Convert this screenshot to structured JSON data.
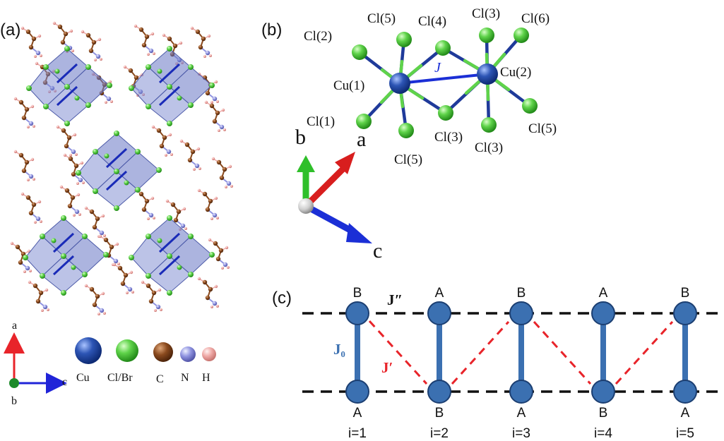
{
  "panel_a": {
    "label": "(a)",
    "axes": {
      "up": "a",
      "right": "c",
      "out": "b"
    },
    "legend": [
      {
        "name": "Cu",
        "color": "#2f56b8"
      },
      {
        "name": "Cl/Br",
        "color": "#5fd34a"
      },
      {
        "name": "C",
        "color": "#8a4a1e"
      },
      {
        "name": "N",
        "color": "#8f93e0"
      },
      {
        "name": "H",
        "color": "#efa9a6"
      }
    ]
  },
  "panel_b": {
    "label": "(b)",
    "atoms": {
      "cu1": "Cu(1)",
      "cu2": "Cu(2)",
      "cl2": "Cl(2)",
      "cl5_top": "Cl(5)",
      "cl4": "Cl(4)",
      "cl3_top": "Cl(3)",
      "cl6": "Cl(6)",
      "cl1": "Cl(1)",
      "cl5_bottom": "Cl(5)",
      "cl3_mid": "Cl(3)",
      "cl3_bottom": "Cl(3)",
      "cl5_right": "Cl(5)"
    },
    "bond_label": "J",
    "axes": {
      "a": "a",
      "b": "b",
      "c": "c"
    }
  },
  "panel_c": {
    "label": "(c)",
    "top_labels": [
      "B",
      "A",
      "B",
      "A",
      "B"
    ],
    "bottom_labels": [
      "A",
      "B",
      "A",
      "B",
      "A"
    ],
    "indices": [
      "i=1",
      "i=2",
      "i=3",
      "i=4",
      "i=5"
    ],
    "j0": "J₀",
    "jprime": "J′",
    "jdouble": "J″",
    "colors": {
      "rung": "#3b70b1",
      "dashed_red": "#e8242a",
      "dashed_black": "#111111"
    }
  }
}
